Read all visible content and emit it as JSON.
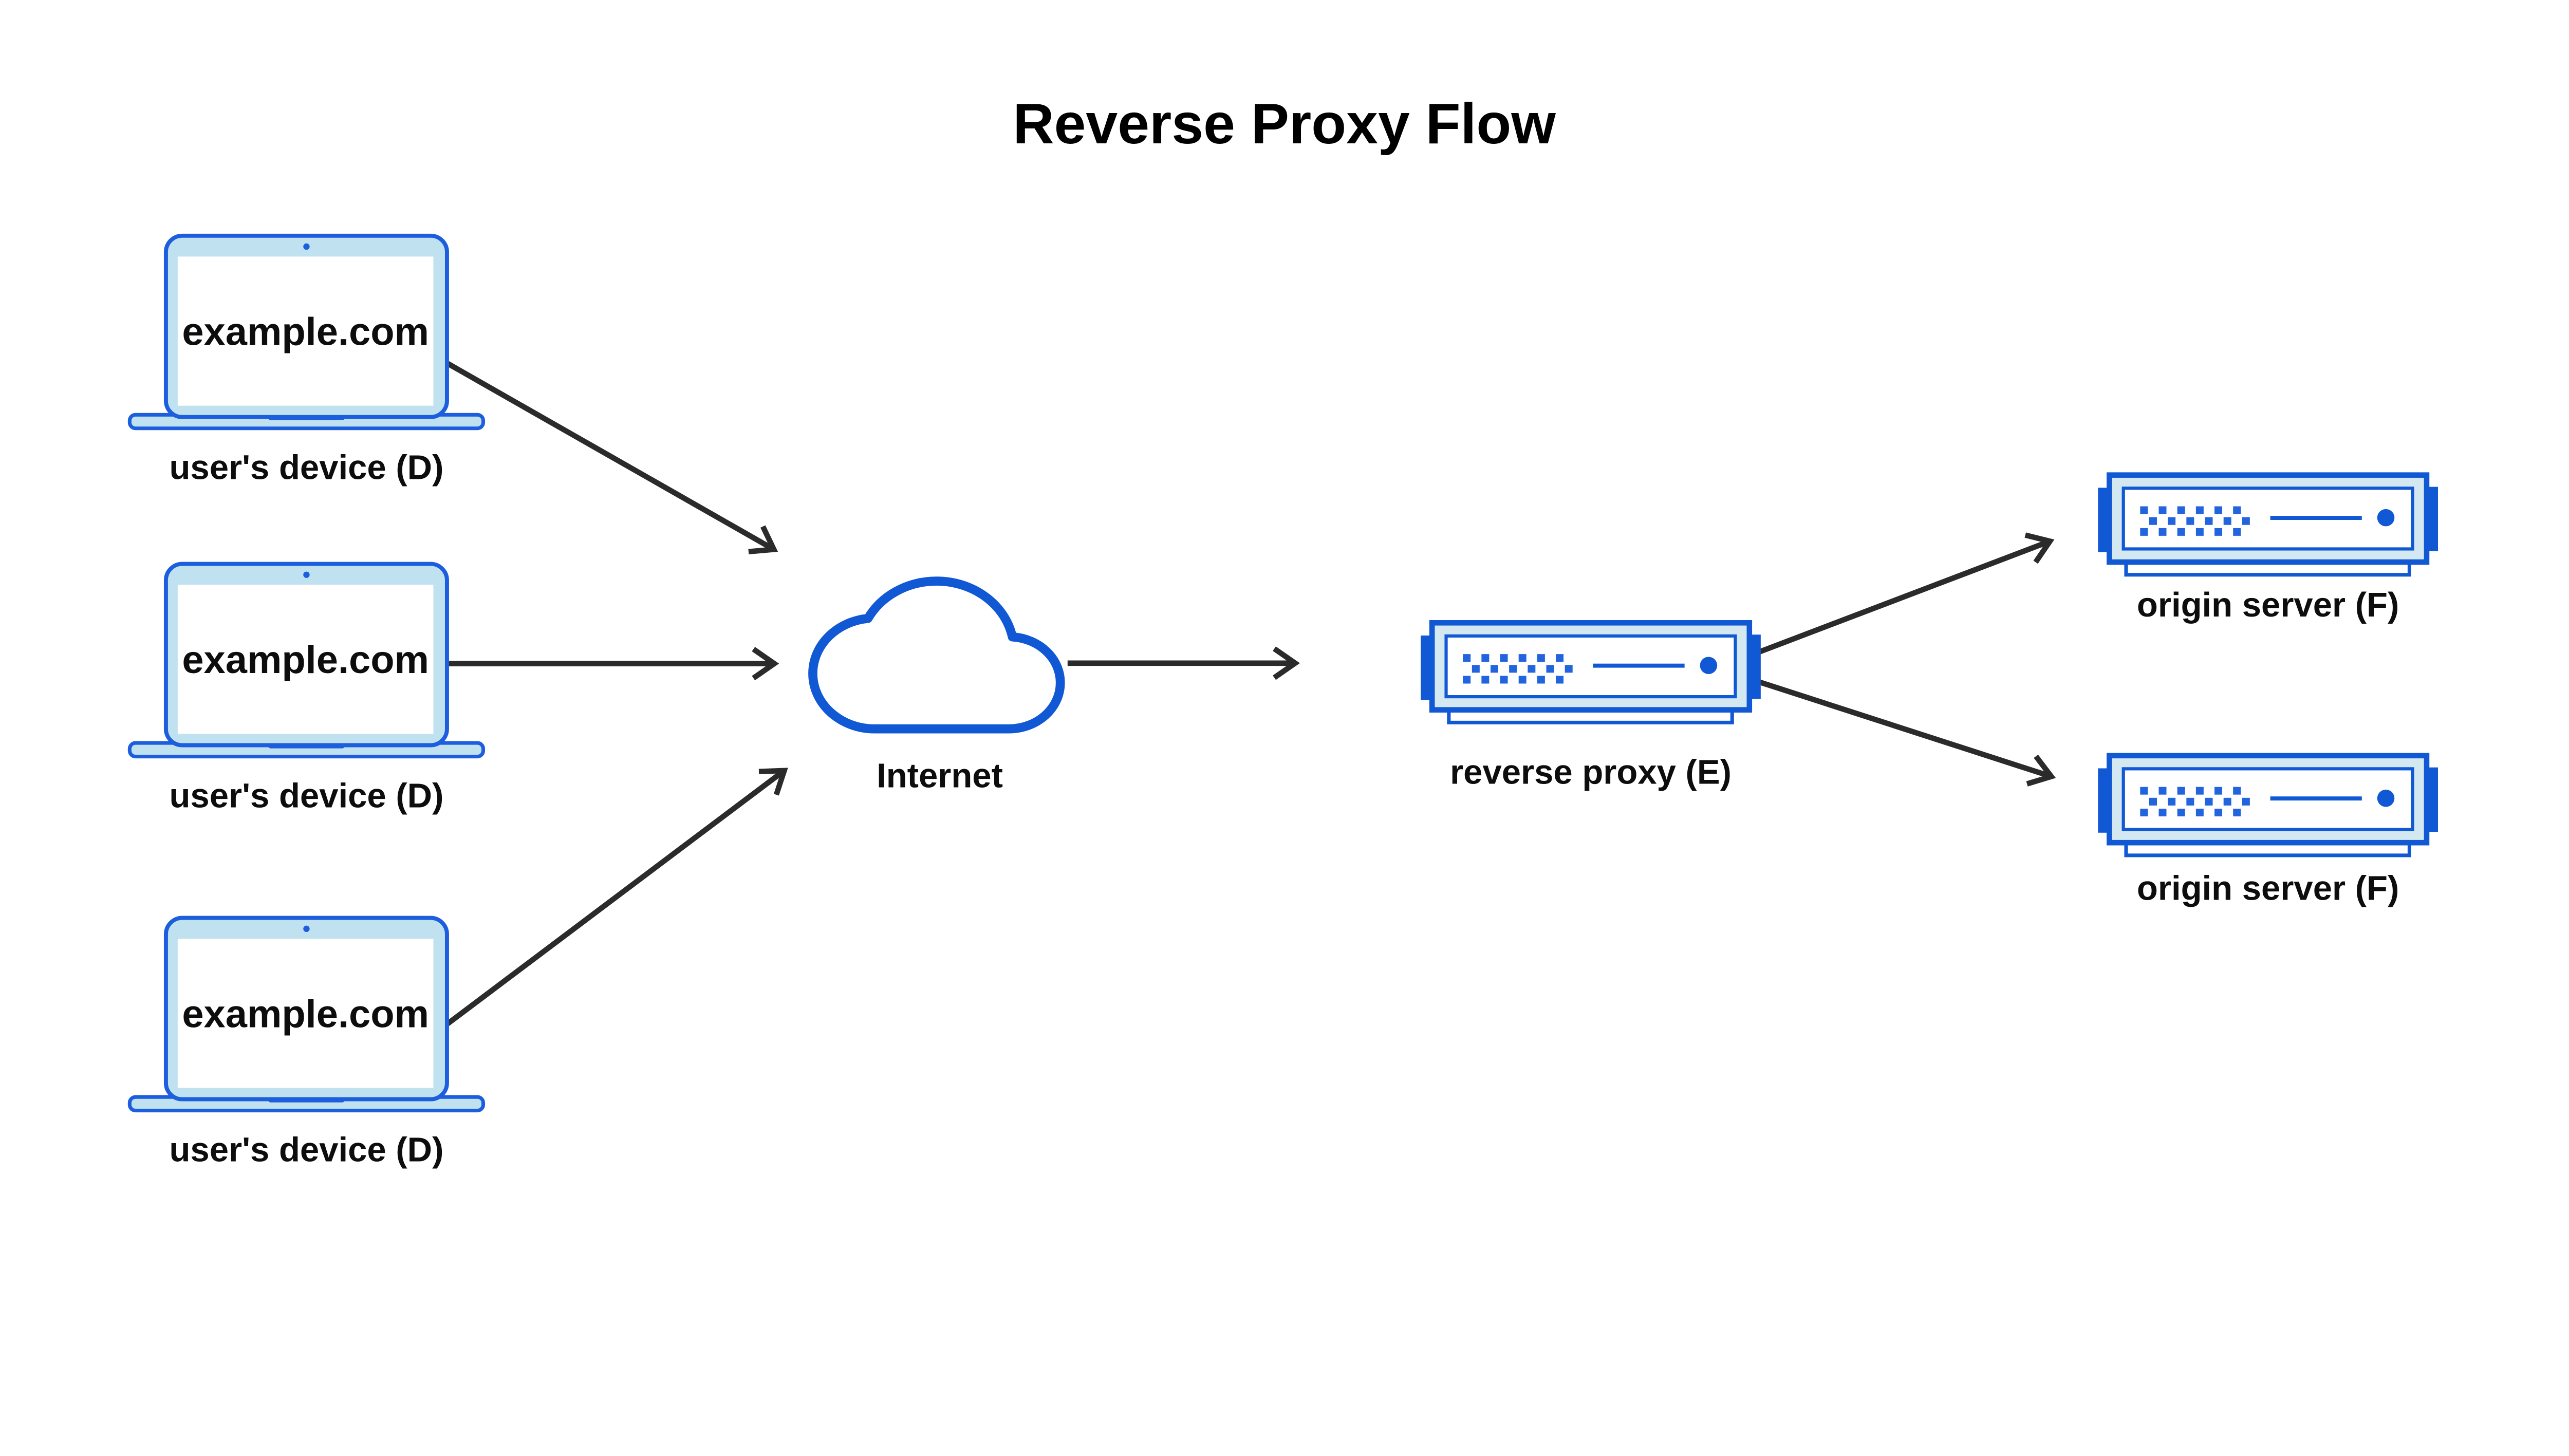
{
  "page": {
    "background": "#ffffff"
  },
  "diagram": {
    "title": "Reverse Proxy Flow",
    "colors": {
      "brand_blue": "#1158d4",
      "laptop_blue": "#1c5edd",
      "dot_blue": "#2263de",
      "laptop_screen_tint": "#bfe1f0",
      "server_panel_tint": "#d4e8f2",
      "arrow": "#2b2b2b",
      "label_text": "#0d0d0d",
      "title_text": "#000000"
    },
    "devices": [
      {
        "icon": "laptop-icon",
        "screen_text": "example.com",
        "label": "user's device (D)"
      },
      {
        "icon": "laptop-icon",
        "screen_text": "example.com",
        "label": "user's device (D)"
      },
      {
        "icon": "laptop-icon",
        "screen_text": "example.com",
        "label": "user's device (D)"
      }
    ],
    "internet": {
      "icon": "cloud-icon",
      "label": "Internet"
    },
    "reverse_proxy": {
      "icon": "server-icon",
      "label": "reverse proxy (E)"
    },
    "origin_servers": [
      {
        "icon": "server-icon",
        "label": "origin server (F)"
      },
      {
        "icon": "server-icon",
        "label": "origin server (F)"
      }
    ],
    "arrows": [
      {
        "from": "user's device (D) 1",
        "to": "Internet"
      },
      {
        "from": "user's device (D) 2",
        "to": "Internet"
      },
      {
        "from": "user's device (D) 3",
        "to": "Internet"
      },
      {
        "from": "Internet",
        "to": "reverse proxy (E)"
      },
      {
        "from": "reverse proxy (E)",
        "to": "origin server (F) 1"
      },
      {
        "from": "reverse proxy (E)",
        "to": "origin server (F) 2"
      }
    ]
  }
}
